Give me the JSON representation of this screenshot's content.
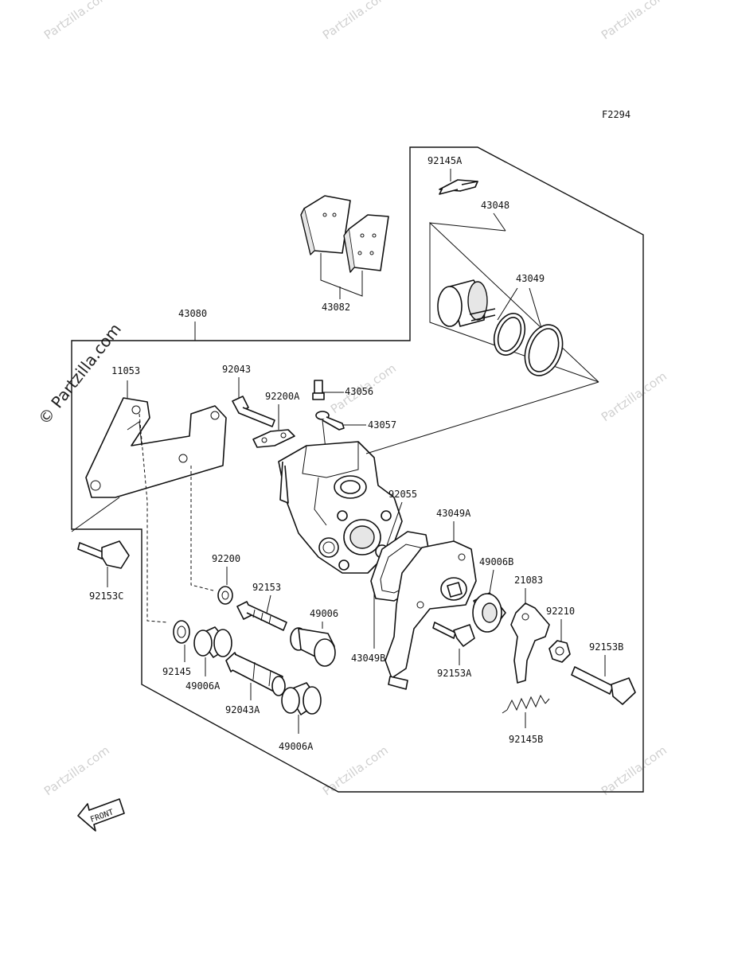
{
  "figure_code": "F2294",
  "watermark": {
    "text": "Partzilla.com",
    "big_text": "© Partzilla.com",
    "symbol": "©"
  },
  "front_label": "FRONT",
  "parts": {
    "p92145A": "92145A",
    "p43048": "43048",
    "p43049": "43049",
    "p43082": "43082",
    "p43080": "43080",
    "p11053": "11053",
    "p92043": "92043",
    "p43056": "43056",
    "p92200A": "92200A",
    "p43057": "43057",
    "p92055": "92055",
    "p43049A": "43049A",
    "p49006B": "49006B",
    "p21083": "21083",
    "p92210": "92210",
    "p92153B": "92153B",
    "p92153C": "92153C",
    "p92200": "92200",
    "p92153": "92153",
    "p49006": "49006",
    "p92145": "92145",
    "p49006A_1": "49006A",
    "p92043A": "92043A",
    "p49006A_2": "49006A",
    "p43049B": "43049B",
    "p92153A": "92153A",
    "p92145B": "92145B"
  }
}
